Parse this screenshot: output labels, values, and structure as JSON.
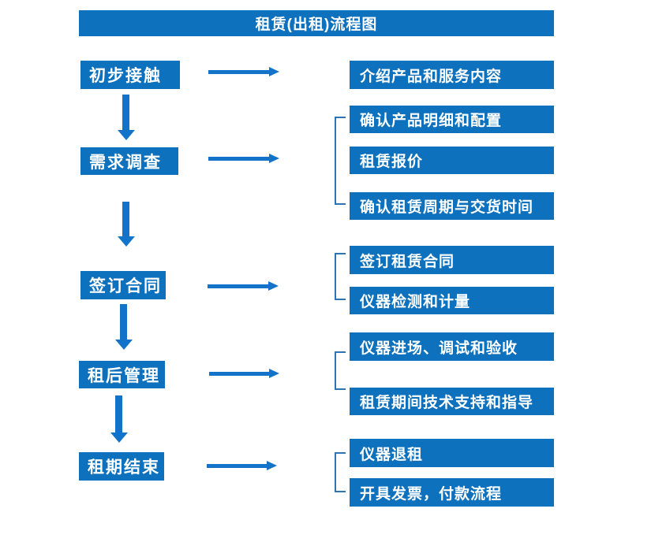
{
  "title": "租赁(出租)流程图",
  "colors": {
    "box_blue": "#0E71BD",
    "arrow_blue": "#1373C9",
    "bracket_blue": "#2E74B5",
    "text_white": "#FFFFFF"
  },
  "stages": [
    {
      "label": "初步接触",
      "details": [
        "介绍产品和服务内容"
      ]
    },
    {
      "label": "需求调查",
      "details": [
        "确认产品明细和配置",
        "租赁报价",
        "确认租赁周期与交货时间"
      ]
    },
    {
      "label": "签订合同",
      "details": [
        "签订租赁合同",
        "仪器检测和计量"
      ]
    },
    {
      "label": "租后管理",
      "details": [
        "仪器进场、调试和验收",
        "租赁期间技术支持和指导"
      ]
    },
    {
      "label": "租期结束",
      "details": [
        "仪器退租",
        "开具发票，付款流程"
      ]
    }
  ]
}
